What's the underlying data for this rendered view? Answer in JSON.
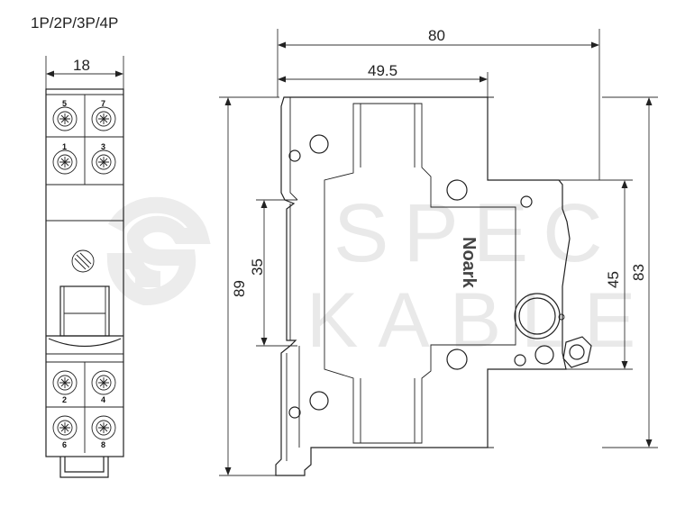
{
  "pole_options": "1P/2P/3P/4P",
  "brand": "Noark",
  "watermark": {
    "line1": "SPEC",
    "line2": "KABLE"
  },
  "terminals": {
    "top_row1": [
      "5",
      "7"
    ],
    "top_row2": [
      "1",
      "3"
    ],
    "bottom_row1": [
      "2",
      "4"
    ],
    "bottom_row2": [
      "6",
      "8"
    ]
  },
  "dimensions": {
    "front_width": "18",
    "overall_depth": "80",
    "front_depth": "49.5",
    "overall_height": "89",
    "rail_height": "35",
    "front_height": "45",
    "body_height": "83"
  }
}
